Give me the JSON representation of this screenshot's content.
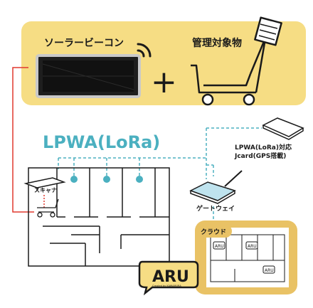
{
  "top": {
    "beacon_label": "ソーラービーコン",
    "plus_sign": "+",
    "asset_label": "管理対象物"
  },
  "network": {
    "lpwa_label": "LPWA(LoRa)",
    "jcard_line1": "LPWA(LoRa)対応",
    "jcard_line2": "Jcard(GPS搭載)",
    "gateway_label": "ゲートウェイ",
    "scanner_label": "スキャナ"
  },
  "cloud": {
    "cloud_label": "クラウド",
    "logo_mini": "ARU"
  },
  "brand": {
    "logo": "ARU",
    "tagline": "Created by KAWAMURA"
  },
  "colors": {
    "yellow_bg": "#f6dd84",
    "accent_teal": "#4bb0c0",
    "red_line": "#e0382f",
    "tablet_frame": "#e9c265",
    "dark": "#1a1a1a"
  }
}
